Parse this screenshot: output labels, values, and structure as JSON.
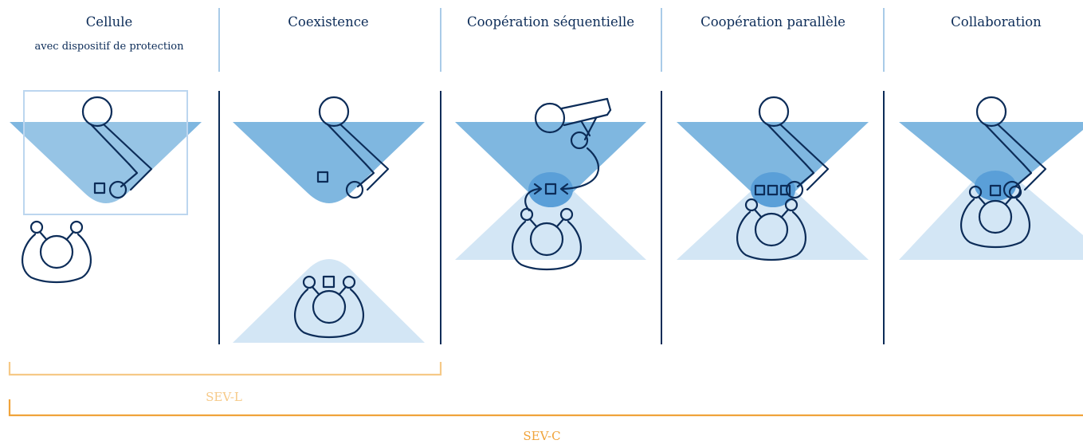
{
  "columns": [
    {
      "title": "Cellule",
      "subtitle": "avec dispositif de protection"
    },
    {
      "title": "Coexistence"
    },
    {
      "title": "Coopération séquentielle"
    },
    {
      "title": "Coopération parallèle"
    },
    {
      "title": "Collaboration"
    }
  ],
  "brackets": {
    "sev_l": {
      "label": "SEV-L"
    },
    "sev_c": {
      "label": "SEV-C"
    }
  },
  "colors": {
    "text_navy": "#0c2c58",
    "stroke_navy": "#0c2c58",
    "robot_zone": "#7fb7e0",
    "human_zone": "#d3e6f5",
    "overlap_zone": "#5a9fd8",
    "divider_light": "#a9cbe8",
    "divider_dark": "#0c2c58",
    "cell_frame": "#bcd6ef",
    "sev_l": "#f6c987",
    "sev_c": "#f0a33a"
  }
}
